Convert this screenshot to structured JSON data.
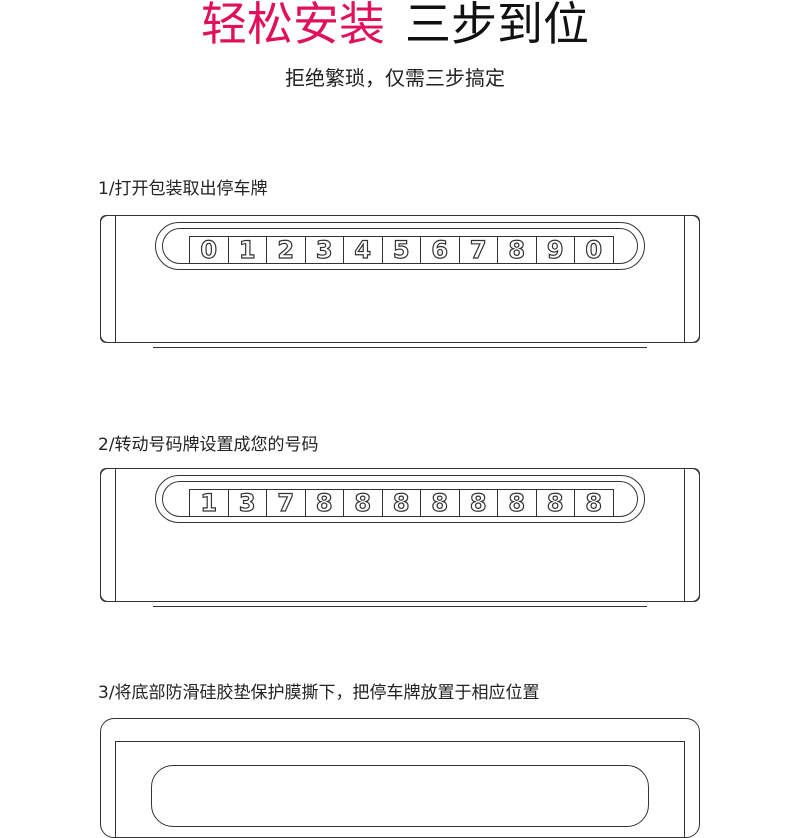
{
  "header": {
    "title_accent": "轻松安装",
    "title_main": "三步到位",
    "subtitle": "拒绝繁琐，仅需三步搞定"
  },
  "steps": [
    {
      "label": "1/打开包装取出停车牌",
      "digits": [
        "0",
        "1",
        "2",
        "3",
        "4",
        "5",
        "6",
        "7",
        "8",
        "9",
        "0"
      ]
    },
    {
      "label": "2/转动号码牌设置成您的号码",
      "digits": [
        "1",
        "3",
        "7",
        "8",
        "8",
        "8",
        "8",
        "8",
        "8",
        "8",
        "8"
      ]
    },
    {
      "label": "3/将底部防滑硅胶垫保护膜撕下，把停车牌放置于相应位置"
    }
  ],
  "colors": {
    "accent": "#e0115a"
  }
}
